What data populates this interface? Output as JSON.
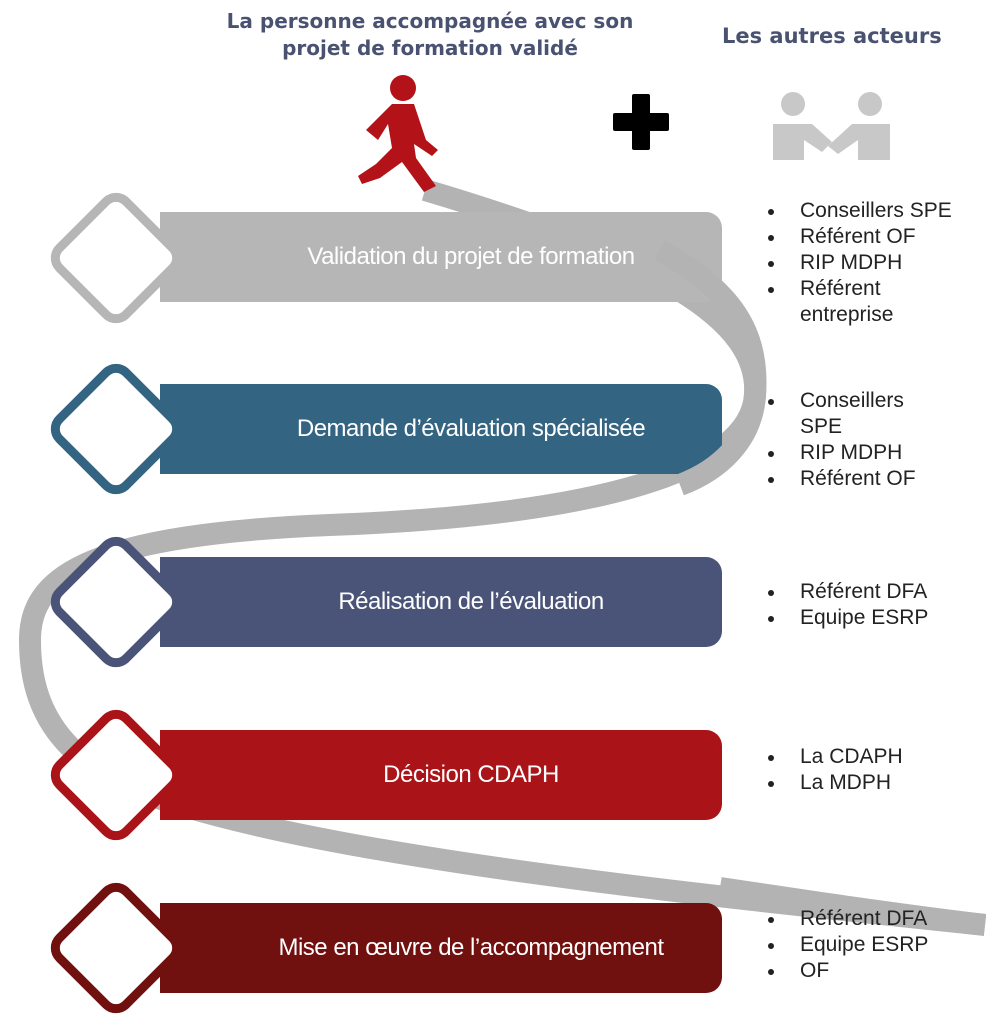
{
  "header": {
    "person_title": "La personne accompagnée avec son projet de formation validé",
    "actors_title": "Les autres acteurs",
    "plus_symbol": "+"
  },
  "icons": {
    "person": "walking-person-icon",
    "handshake": "handshake-icon"
  },
  "steps": [
    {
      "label": "Validation du projet de formation",
      "color": "#b6b6b6",
      "actors": [
        "Conseillers SPE",
        "Référent OF",
        "RIP MDPH",
        "Référent entreprise"
      ]
    },
    {
      "label": "Demande d’évaluation spécialisée",
      "color": "#336482",
      "actors": [
        "Conseillers SPE",
        "RIP MDPH",
        "Référent OF"
      ]
    },
    {
      "label": "Réalisation de l’évaluation",
      "color": "#4a5478",
      "actors": [
        "Référent DFA",
        "Equipe ESRP"
      ]
    },
    {
      "label": "Décision CDAPH",
      "color": "#aa1419",
      "actors": [
        "La CDAPH",
        "La MDPH"
      ]
    },
    {
      "label": "Mise en œuvre de l’accompagnement",
      "color": "#70100f",
      "actors": [
        "Référent DFA",
        "Equipe ESRP",
        "OF"
      ]
    }
  ],
  "colors": {
    "header_text": "#4a5272",
    "path": "#b3b3b3",
    "person": "#b31218",
    "handshake": "#c8c8c8"
  }
}
